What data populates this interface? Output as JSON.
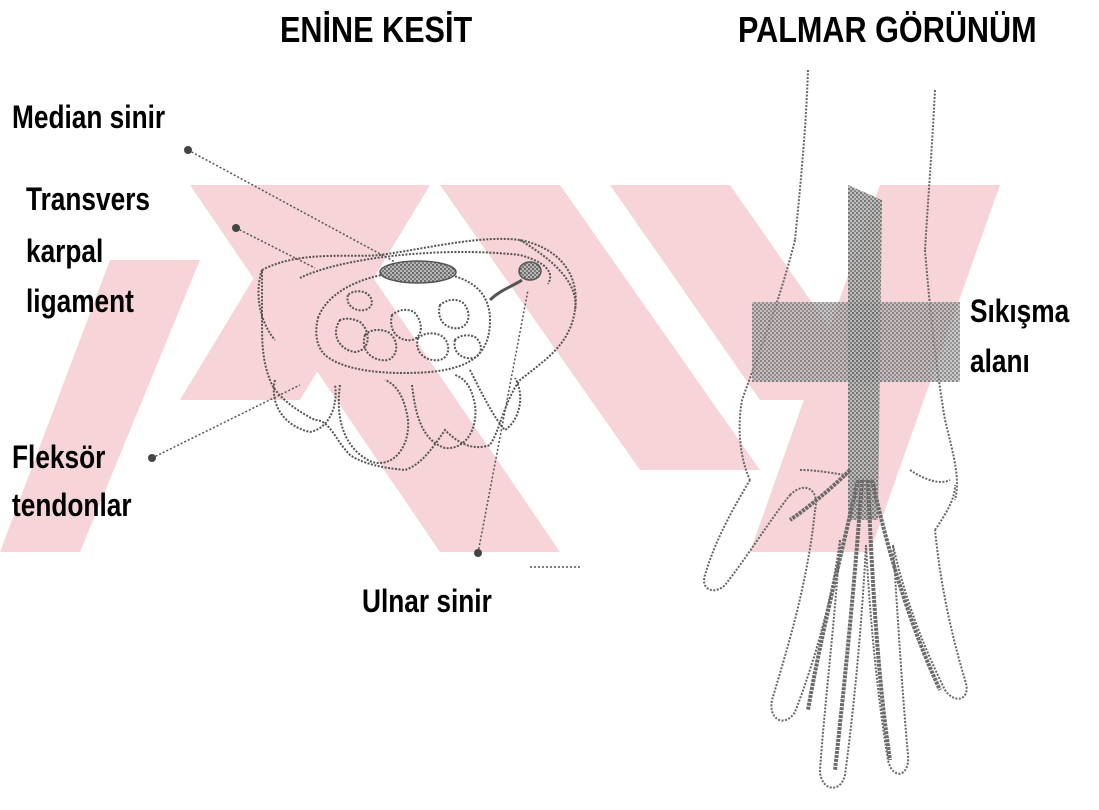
{
  "titles": {
    "left": "ENİNE KESİT",
    "right": "PALMAR GÖRÜNÜM"
  },
  "labels": {
    "median_nerve": "Median sinir",
    "transverse_ligament": [
      "Transvers",
      "karpal",
      "ligament"
    ],
    "flexor_tendons": [
      "Fleksör",
      "tendonlar"
    ],
    "ulnar_nerve": "Ulnar sinir",
    "compression_area": [
      "Sıkışma",
      "alanı"
    ]
  },
  "colors": {
    "watermark": "#f6d4d7",
    "line": "#555555",
    "shade": "#8f8f8f",
    "shade_dark": "#6e6e6e"
  }
}
